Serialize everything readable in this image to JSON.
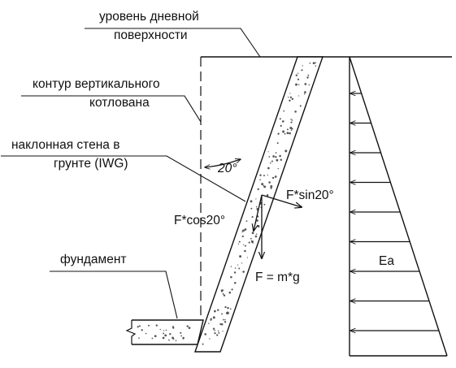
{
  "labels": {
    "surface_line1": "уровень дневной",
    "surface_line2": "поверхности",
    "contour_line1": "контур вертикального",
    "contour_line2": "котлована",
    "wall_line1": "наклонная стена в",
    "wall_line2": "грунте (IWG)",
    "foundation": "фундамент",
    "angle": "20°",
    "f_sin": "F*sin20°",
    "f_cos": "F*cos20°",
    "f_gravity": "F = m*g",
    "pressure": "Ea"
  },
  "colors": {
    "line": "#111111",
    "concrete_fill": "#ffffff",
    "speckle": "#555555"
  },
  "pressure_arrows": 9
}
